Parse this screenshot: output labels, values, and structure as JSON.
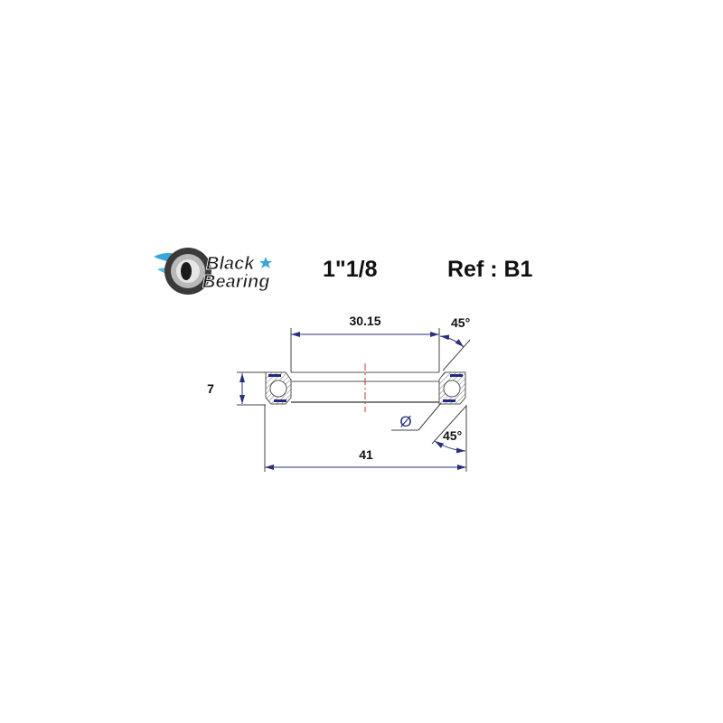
{
  "brand": {
    "name_line1": "Black",
    "name_line2": "Bearing"
  },
  "header": {
    "size": "1\"1/8",
    "reference": "Ref : B1"
  },
  "dimensions": {
    "inner_diameter": "30.15",
    "outer_diameter": "41",
    "height": "7",
    "top_angle": "45°",
    "bottom_angle": "45°",
    "diameter_symbol": "Ø"
  },
  "colors": {
    "dimension_line": "#2b2f7a",
    "seal": "#1f2a80",
    "outline": "#555555",
    "centerline": "#c0392b",
    "logo_blue": "#3aa6d8"
  }
}
